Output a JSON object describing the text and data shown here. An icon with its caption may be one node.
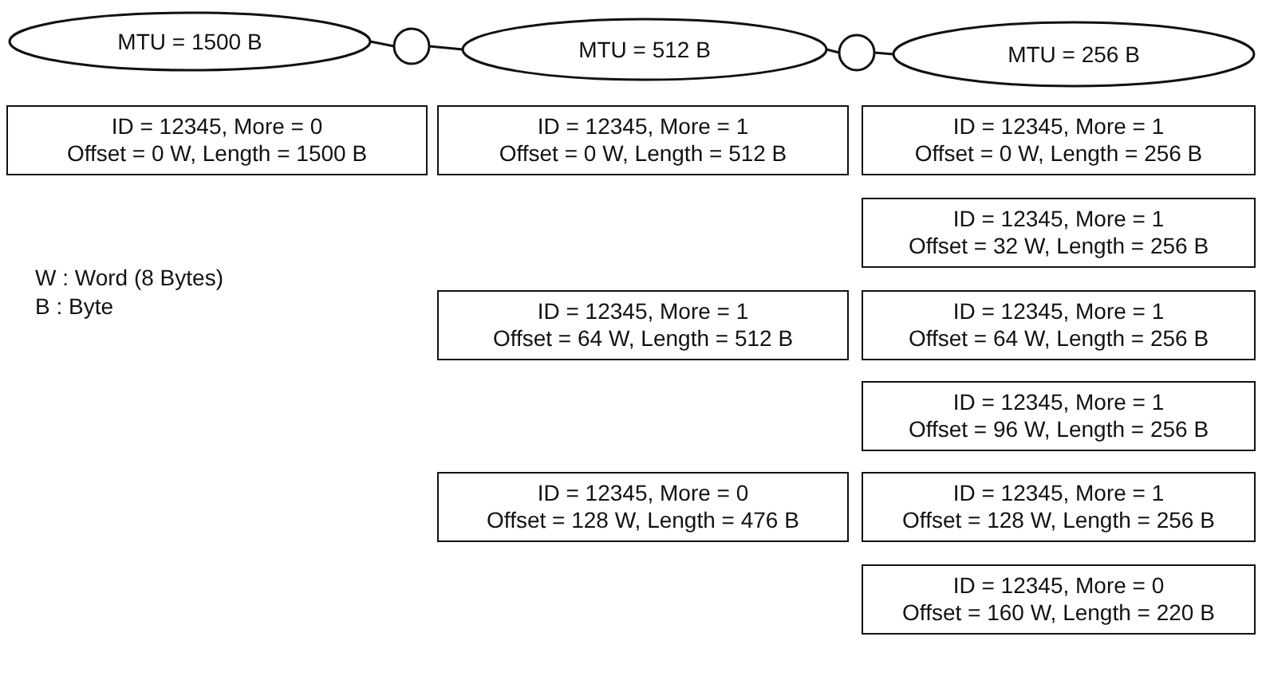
{
  "diagram": {
    "nodes": [
      {
        "text": [
          "MTU = 1500 B"
        ]
      },
      {
        "text": [],
        "shape": "circle"
      },
      {
        "text": [
          "MTU = 512 B"
        ]
      },
      {
        "text": [],
        "shape": "circle"
      },
      {
        "text": [
          "MTU = 256 B"
        ]
      },
      {
        "text": [
          "ID = 12345, More = 0",
          "Offset = 0 W, Length = 1500 B"
        ]
      },
      {
        "text": [
          "ID = 12345, More = 1",
          "Offset = 0 W, Length = 512 B"
        ]
      },
      {
        "text": [
          "ID = 12345, More = 1",
          "Offset = 0 W, Length = 256 B"
        ]
      },
      {
        "text": [
          "ID = 12345, More = 1",
          "Offset = 32 W, Length = 256 B"
        ]
      },
      {
        "text": [
          "ID = 12345, More = 1",
          "Offset = 64 W, Length = 512 B"
        ]
      },
      {
        "text": [
          "ID = 12345, More = 1",
          "Offset = 64 W, Length = 256 B"
        ]
      },
      {
        "text": [
          "ID = 12345, More = 1",
          "Offset = 96 W, Length = 256 B"
        ]
      },
      {
        "text": [
          "ID = 12345, More = 0",
          "Offset = 128 W, Length = 476 B"
        ]
      },
      {
        "text": [
          "ID = 12345, More = 1",
          "Offset = 128 W, Length = 256 B"
        ]
      },
      {
        "text": [
          "ID = 12345, More = 0",
          "Offset = 160 W, Length = 220 B"
        ]
      }
    ],
    "edges": [
      {
        "from": 0,
        "to": 1,
        "arrow": "none"
      },
      {
        "from": 1,
        "to": 2,
        "arrow": "none"
      },
      {
        "from": 2,
        "to": 3,
        "arrow": "none"
      },
      {
        "from": 3,
        "to": 4,
        "arrow": "none"
      }
    ],
    "labels": [
      "W : Word (8 Bytes)",
      "B : Byte"
    ]
  }
}
